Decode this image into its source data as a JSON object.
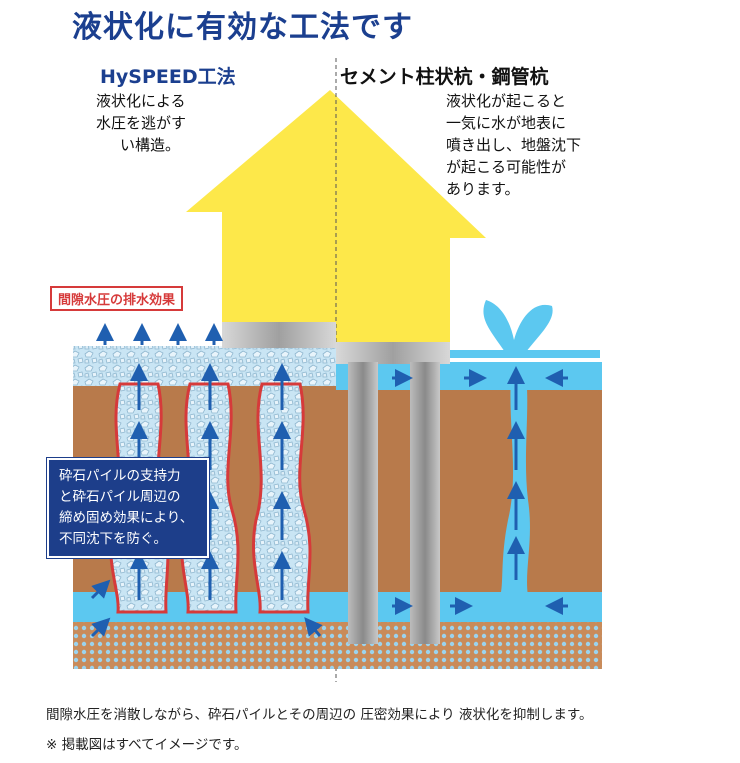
{
  "title": "液状化に有効な工法です",
  "left": {
    "heading": "HySPEED工法",
    "desc_lines": [
      "液状化による",
      "水圧を逃がす",
      "い構造。"
    ],
    "callout": "間隙水圧の排水効果",
    "info_lines": [
      "砕石パイルの支持力",
      "と砕石パイル周辺の",
      "締め固め効果により、",
      "不同沈下を防ぐ。"
    ]
  },
  "right": {
    "heading": "セメント柱状杭・鋼管杭",
    "desc_lines": [
      "液状化が起こると",
      "一気に水が地表に",
      "噴き出し、地盤沈下",
      "が起こる可能性が",
      "あります。"
    ]
  },
  "caption": "間隙水圧を消散しながら、砕石パイルとその周辺の 圧密効果により 液状化を抑制します。",
  "note": "※ 掲載図はすべてイメージです。",
  "colors": {
    "title_blue": "#1b3f8f",
    "house_yellow": "#fde84a",
    "soil_brown": "#b87a4b",
    "water_blue": "#5cc8f0",
    "callout_red": "#d63a3a",
    "info_navy": "#1d3e8a"
  },
  "icons": [
    "house-arrow-shape",
    "crushed-stone-pile",
    "steel-pile",
    "water-flow-arrow",
    "water-fountain"
  ]
}
